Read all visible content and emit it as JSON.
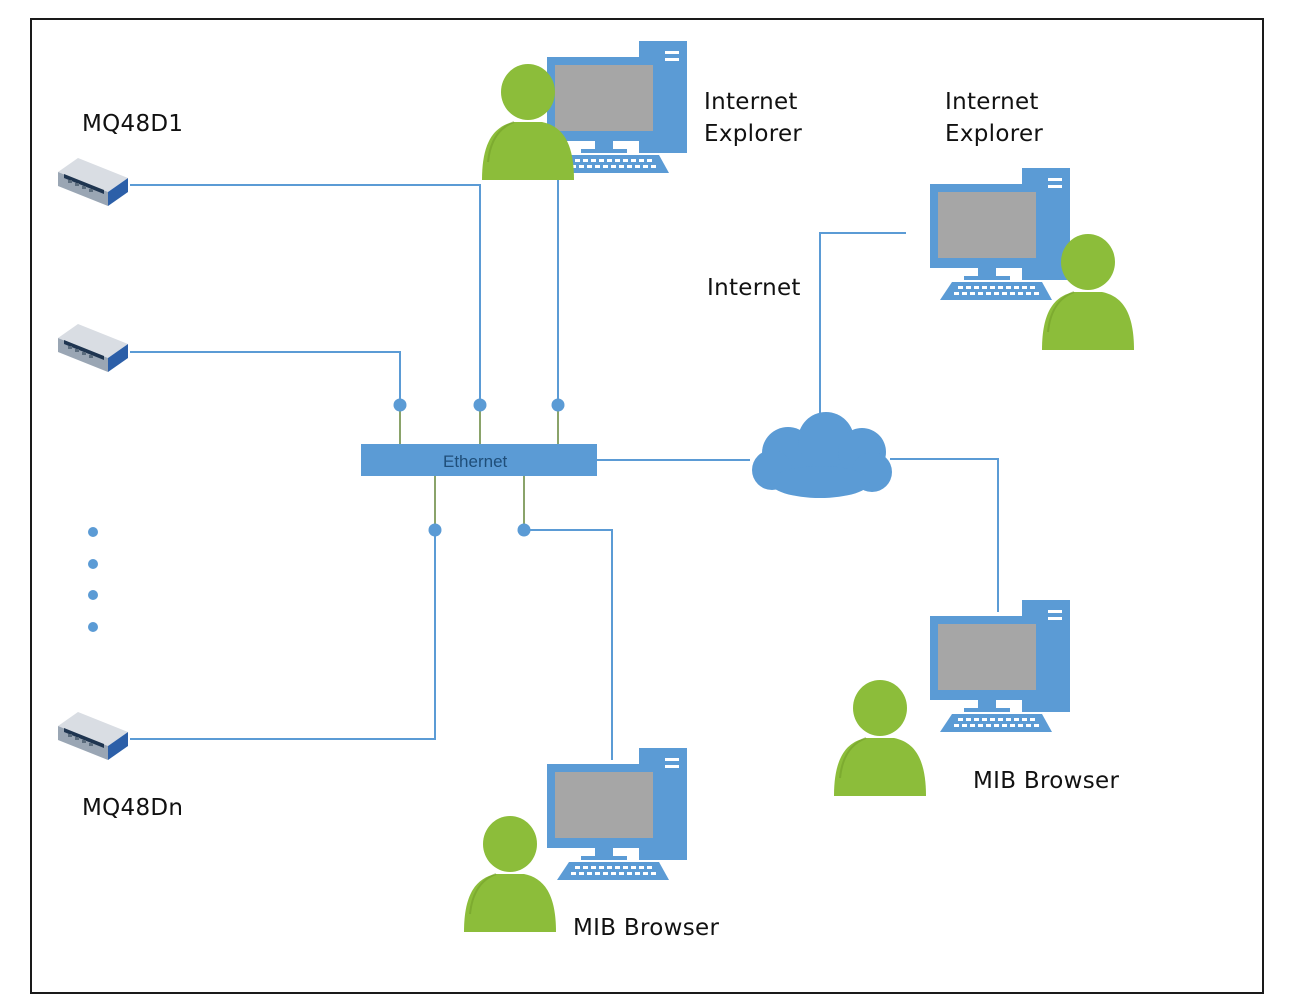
{
  "devices": {
    "first": "MQ48D1",
    "last": "MQ48Dn"
  },
  "ethernet": "Ethernet",
  "internet": "Internet",
  "clients": {
    "ie_local": "Internet\nExplorer",
    "ie_remote": "Internet\nExplorer",
    "mib_local": "MIB Browser",
    "mib_remote": "MIB Browser"
  },
  "colors": {
    "line": "#5b9bd5",
    "line_dark": "#4a84b8",
    "bus": "#5b9bd5",
    "user": "#8cbd3a",
    "user_dark": "#6e9a26",
    "monitor_body": "#5b9bd5",
    "screen": "#a6a6a6",
    "border": "#1a1a1a"
  },
  "icons": {
    "device": "network-device-icon",
    "cloud": "cloud-icon",
    "workstation": "workstation-user-icon"
  }
}
